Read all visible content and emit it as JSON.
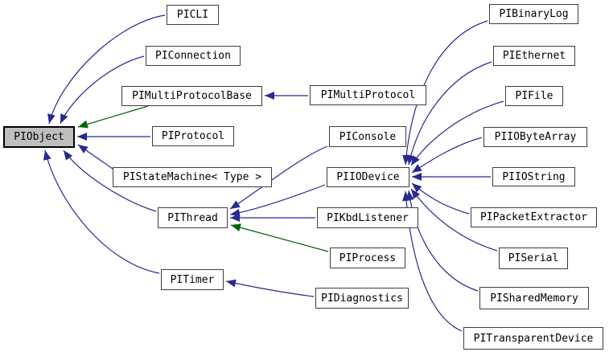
{
  "diagram": {
    "type": "inheritance-graph",
    "description": "Doxygen-style class inheritance graph; arrows point from derived class to base class",
    "colors": {
      "background": "#ffffff",
      "edge_public_inheritance": "#292991",
      "edge_protected_inheritance": "#006400",
      "node_border": "#3d3d3d",
      "node_fill": "#ffffff",
      "highlighted_node_fill": "#bfbfbf",
      "text": "#000000"
    },
    "nodes": [
      {
        "id": "PIObject",
        "label": "PIObject",
        "highlighted": true
      },
      {
        "id": "PICLI",
        "label": "PICLI",
        "highlighted": false
      },
      {
        "id": "PIConnection",
        "label": "PIConnection",
        "highlighted": false
      },
      {
        "id": "PIMultiProtocolBase",
        "label": "PIMultiProtocolBase",
        "highlighted": false
      },
      {
        "id": "PIProtocol",
        "label": "PIProtocol",
        "highlighted": false
      },
      {
        "id": "PIStateMachine",
        "label": "PIStateMachine< Type >",
        "highlighted": false
      },
      {
        "id": "PIThread",
        "label": "PIThread",
        "highlighted": false
      },
      {
        "id": "PITimer",
        "label": "PITimer",
        "highlighted": false
      },
      {
        "id": "PIMultiProtocol",
        "label": "PIMultiProtocol",
        "highlighted": false
      },
      {
        "id": "PIConsole",
        "label": "PIConsole",
        "highlighted": false
      },
      {
        "id": "PIIODevice",
        "label": "PIIODevice",
        "highlighted": false
      },
      {
        "id": "PIKbdListener",
        "label": "PIKbdListener",
        "highlighted": false
      },
      {
        "id": "PIProcess",
        "label": "PIProcess",
        "highlighted": false
      },
      {
        "id": "PIDiagnostics",
        "label": "PIDiagnostics",
        "highlighted": false
      },
      {
        "id": "PIBinaryLog",
        "label": "PIBinaryLog",
        "highlighted": false
      },
      {
        "id": "PIEthernet",
        "label": "PIEthernet",
        "highlighted": false
      },
      {
        "id": "PIFile",
        "label": "PIFile",
        "highlighted": false
      },
      {
        "id": "PIIOByteArray",
        "label": "PIIOByteArray",
        "highlighted": false
      },
      {
        "id": "PIIOString",
        "label": "PIIOString",
        "highlighted": false
      },
      {
        "id": "PIPacketExtractor",
        "label": "PIPacketExtractor",
        "highlighted": false
      },
      {
        "id": "PISerial",
        "label": "PISerial",
        "highlighted": false
      },
      {
        "id": "PISharedMemory",
        "label": "PISharedMemory",
        "highlighted": false
      },
      {
        "id": "PITransparentDevice",
        "label": "PITransparentDevice",
        "highlighted": false
      }
    ],
    "edges": [
      {
        "from": "PICLI",
        "to": "PIObject",
        "kind": "public"
      },
      {
        "from": "PIConnection",
        "to": "PIObject",
        "kind": "public"
      },
      {
        "from": "PIMultiProtocolBase",
        "to": "PIObject",
        "kind": "protected"
      },
      {
        "from": "PIProtocol",
        "to": "PIObject",
        "kind": "public"
      },
      {
        "from": "PIStateMachine",
        "to": "PIObject",
        "kind": "public"
      },
      {
        "from": "PIThread",
        "to": "PIObject",
        "kind": "public"
      },
      {
        "from": "PITimer",
        "to": "PIObject",
        "kind": "public"
      },
      {
        "from": "PIMultiProtocol",
        "to": "PIMultiProtocolBase",
        "kind": "public"
      },
      {
        "from": "PIConsole",
        "to": "PIThread",
        "kind": "public"
      },
      {
        "from": "PIIODevice",
        "to": "PIThread",
        "kind": "public"
      },
      {
        "from": "PIKbdListener",
        "to": "PIThread",
        "kind": "public"
      },
      {
        "from": "PIProcess",
        "to": "PIThread",
        "kind": "protected"
      },
      {
        "from": "PIDiagnostics",
        "to": "PITimer",
        "kind": "public"
      },
      {
        "from": "PIBinaryLog",
        "to": "PIIODevice",
        "kind": "public"
      },
      {
        "from": "PIEthernet",
        "to": "PIIODevice",
        "kind": "public"
      },
      {
        "from": "PIFile",
        "to": "PIIODevice",
        "kind": "public"
      },
      {
        "from": "PIIOByteArray",
        "to": "PIIODevice",
        "kind": "public"
      },
      {
        "from": "PIIOString",
        "to": "PIIODevice",
        "kind": "public"
      },
      {
        "from": "PIPacketExtractor",
        "to": "PIIODevice",
        "kind": "public"
      },
      {
        "from": "PISerial",
        "to": "PIIODevice",
        "kind": "public"
      },
      {
        "from": "PISharedMemory",
        "to": "PIIODevice",
        "kind": "public"
      },
      {
        "from": "PITransparentDevice",
        "to": "PIIODevice",
        "kind": "public"
      }
    ]
  }
}
